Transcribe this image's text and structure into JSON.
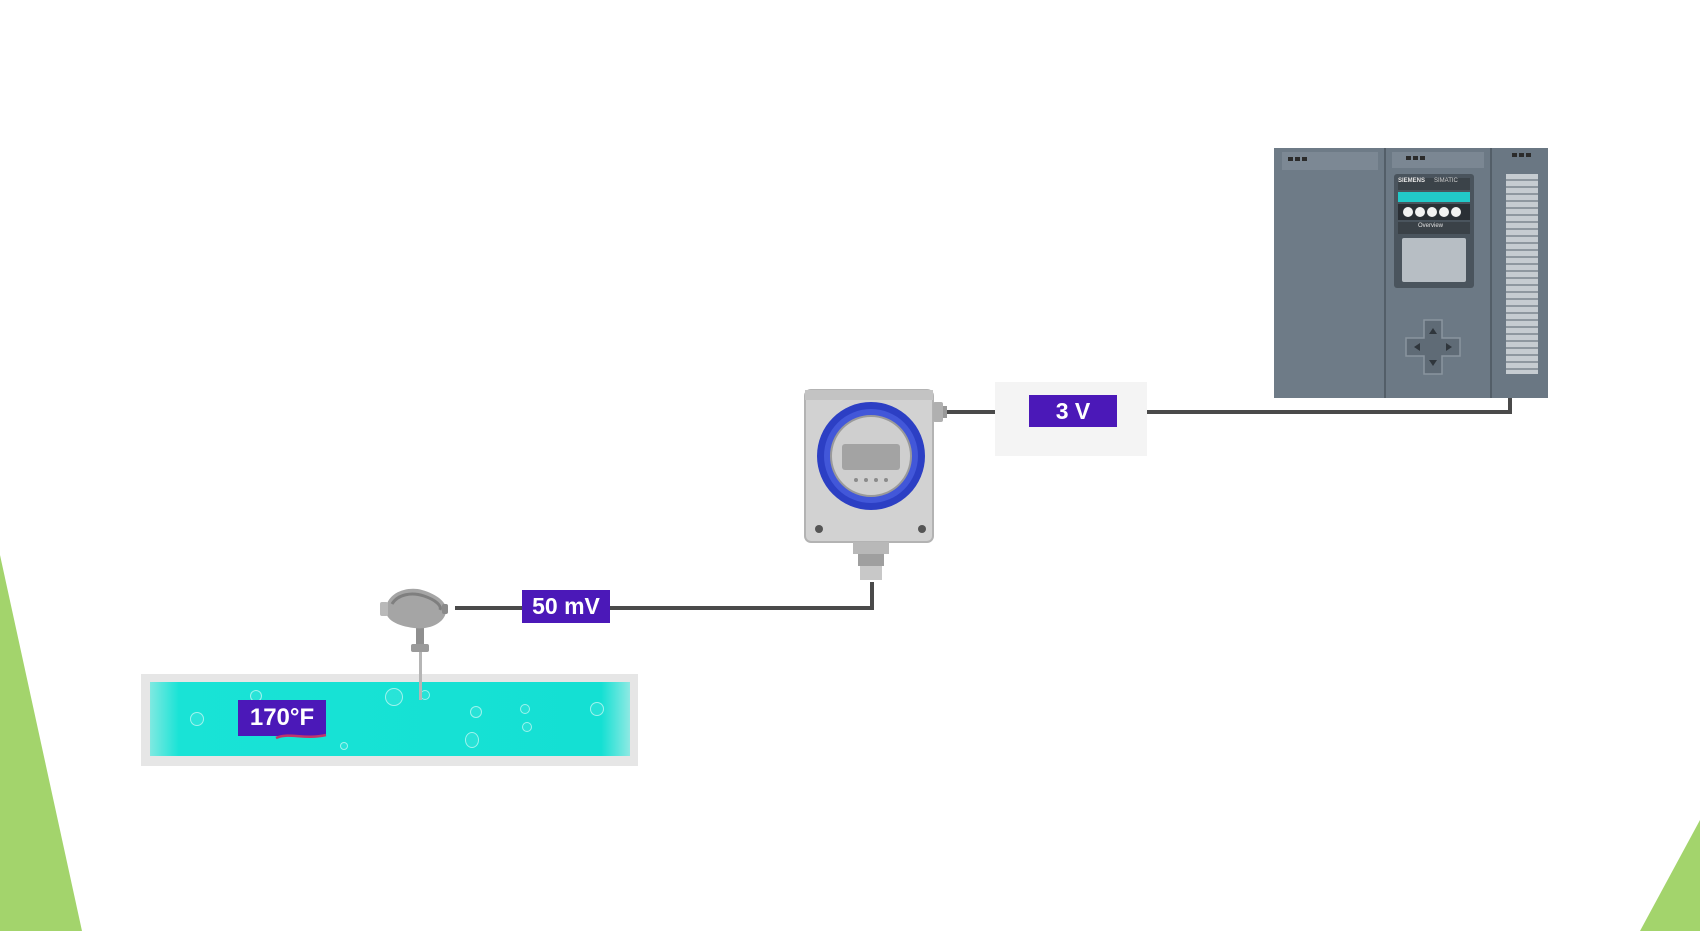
{
  "diagram": {
    "temperature_label": "170°F",
    "sensor_signal_label": "50 mV",
    "transmitter_signal_label": "3 V",
    "plc": {
      "brand": "SIEMENS",
      "model": "SIMATIC",
      "screen_text": "Overview"
    },
    "components": [
      "tank-liquid",
      "thermocouple-sensor",
      "transmitter",
      "plc-controller"
    ],
    "colors": {
      "label_background": "#4b18b8",
      "liquid": "#14e0d3",
      "transmitter_ring": "#2c3fc4",
      "plc_body": "#6c7a86",
      "slide_accent": "#9ed36a"
    }
  }
}
